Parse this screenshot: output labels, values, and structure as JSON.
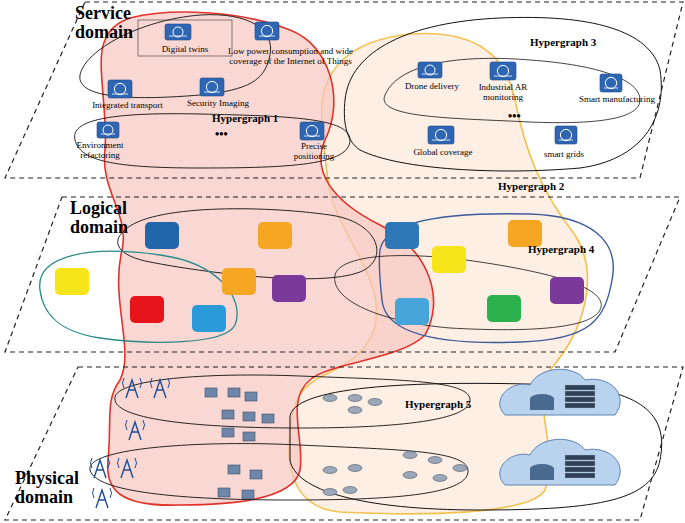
{
  "diagram": {
    "nodes": [
      {
        "text": [
          "Service domain"
        ]
      },
      {
        "text": [
          "Digital twins"
        ],
        "in": 0
      },
      {
        "text": [
          "Low power consumption and wide coverage of the Internet of Things"
        ],
        "in": 0
      },
      {
        "text": [
          "Integrated transport"
        ],
        "in": 0
      },
      {
        "text": [
          "Security Imaging"
        ],
        "in": 0
      },
      {
        "text": [
          "Environment refactoring"
        ],
        "in": 0
      },
      {
        "text": [
          "Precise positioning"
        ],
        "in": 0
      },
      {
        "text": [
          "Drone delivery"
        ],
        "in": 0
      },
      {
        "text": [
          "Industrial AR monitoring"
        ],
        "in": 0
      },
      {
        "text": [
          "Smart manufacturing"
        ],
        "in": 0
      },
      {
        "text": [
          "Global coverage"
        ],
        "in": 0
      },
      {
        "text": [
          "smart grids"
        ],
        "in": 0
      },
      {
        "text": [
          "Logical domain"
        ]
      },
      {
        "text": [
          "Physical domain"
        ]
      }
    ],
    "labels": [
      "Hypergraph 1",
      "Hypergraph 3",
      "Hypergraph 2",
      "Hypergraph 4",
      "Hypergraph 5",
      "•••",
      "•••"
    ]
  }
}
